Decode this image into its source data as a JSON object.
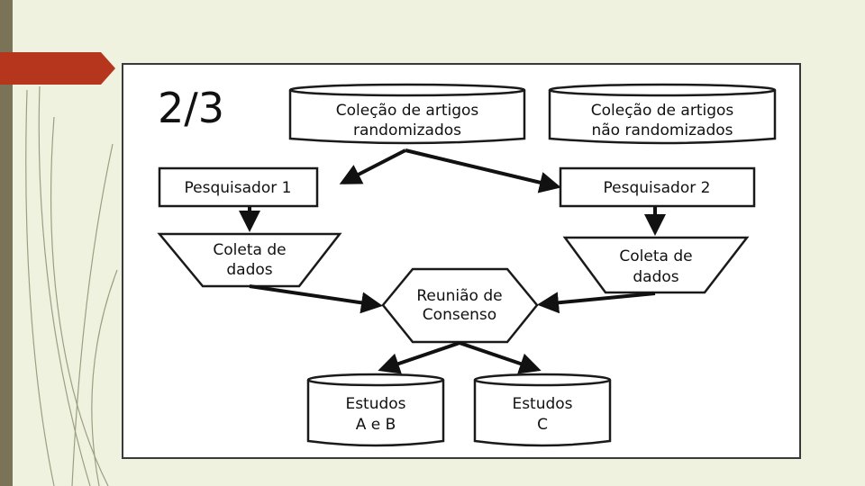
{
  "slide": {
    "accent_color": "#b5361d",
    "side_bar_color": "#7a7358",
    "background_color": "#eef2df"
  },
  "diagram": {
    "page_label": "2/3",
    "nodes": {
      "collection_random": {
        "line1": "Coleção de artigos",
        "line2": "randomizados"
      },
      "collection_nonrandom": {
        "line1": "Coleção de artigos",
        "line2": "não randomizados"
      },
      "researcher_1": {
        "label": "Pesquisador 1"
      },
      "researcher_2": {
        "label": "Pesquisador 2"
      },
      "data_collection_1": {
        "line1": "Coleta de",
        "line2": "dados"
      },
      "data_collection_2": {
        "line1": "Coleta de",
        "line2": "dados"
      },
      "consensus": {
        "line1": "Reunião de",
        "line2": "Consenso"
      },
      "studies_ab": {
        "line1": "Estudos",
        "line2": "A e B"
      },
      "studies_c": {
        "line1": "Estudos",
        "line2": "C"
      }
    }
  }
}
